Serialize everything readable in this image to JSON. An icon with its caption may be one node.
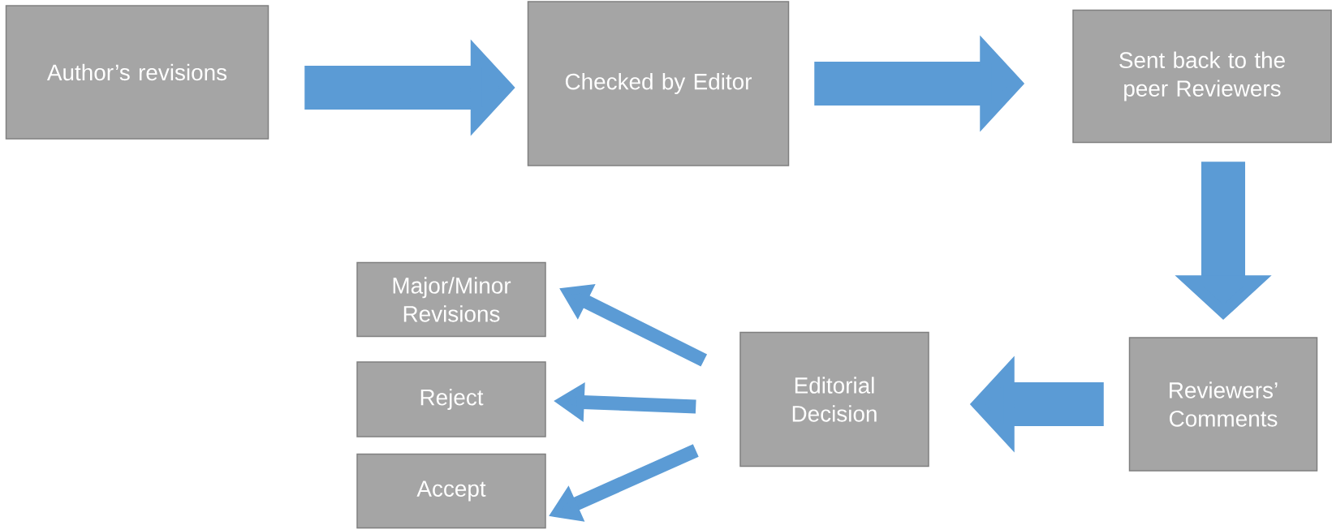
{
  "diagram": {
    "nodes": [
      {
        "text": [
          "Author’s revisions"
        ]
      },
      {
        "text": [
          "Checked by Editor"
        ]
      },
      {
        "text": [
          "Sent back to the peer Reviewers"
        ]
      },
      {
        "text": [
          "Reviewers’ Comments"
        ]
      },
      {
        "text": [
          "Editorial Decision"
        ]
      },
      {
        "text": [
          "Major/Minor Revisions"
        ]
      },
      {
        "text": [
          "Reject"
        ]
      },
      {
        "text": [
          "Accept"
        ]
      }
    ],
    "edges": [
      {
        "from": 0,
        "to": 1,
        "arrow": "to"
      },
      {
        "from": 1,
        "to": 2,
        "arrow": "to"
      },
      {
        "from": 2,
        "to": 3,
        "arrow": "to"
      },
      {
        "from": 3,
        "to": 4,
        "arrow": "to"
      },
      {
        "from": 4,
        "to": 5,
        "arrow": "to"
      },
      {
        "from": 4,
        "to": 6,
        "arrow": "to"
      },
      {
        "from": 4,
        "to": 7,
        "arrow": "to"
      }
    ]
  }
}
